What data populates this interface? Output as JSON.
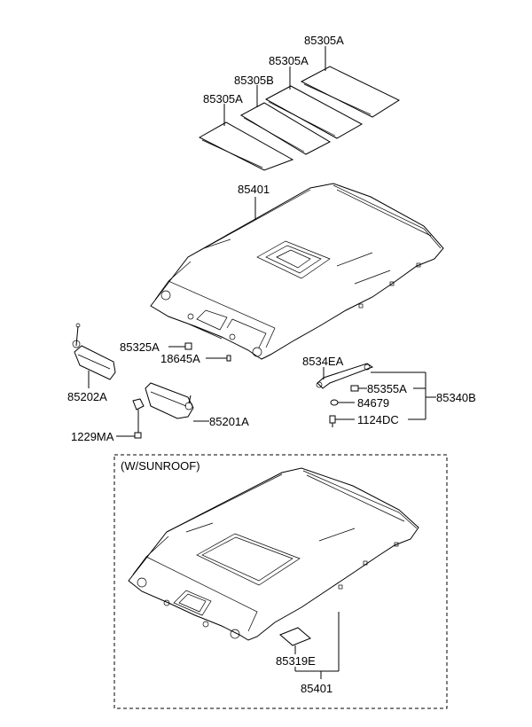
{
  "colors": {
    "ink": "#000000",
    "background": "#ffffff"
  },
  "labels": {
    "strip_top": "85305A",
    "strip_second": "85305A",
    "strip_third": "85305B",
    "strip_fourth": "85305A",
    "headliner": "85401",
    "clip_85325a": "85325A",
    "bolt_18645a": "18645A",
    "visor_left": "85202A",
    "visor_right": "85201A",
    "screw_1229ma": "1229MA",
    "grip_8534ea": "8534EA",
    "cap_85355a": "85355A",
    "clip_84679": "84679",
    "screw_1124dc": "1124DC",
    "grip_assy": "85340B",
    "sunroof_group": "(W/SUNROOF)",
    "sunroof_pad": "85319E",
    "sunroof_headliner": "85401"
  }
}
